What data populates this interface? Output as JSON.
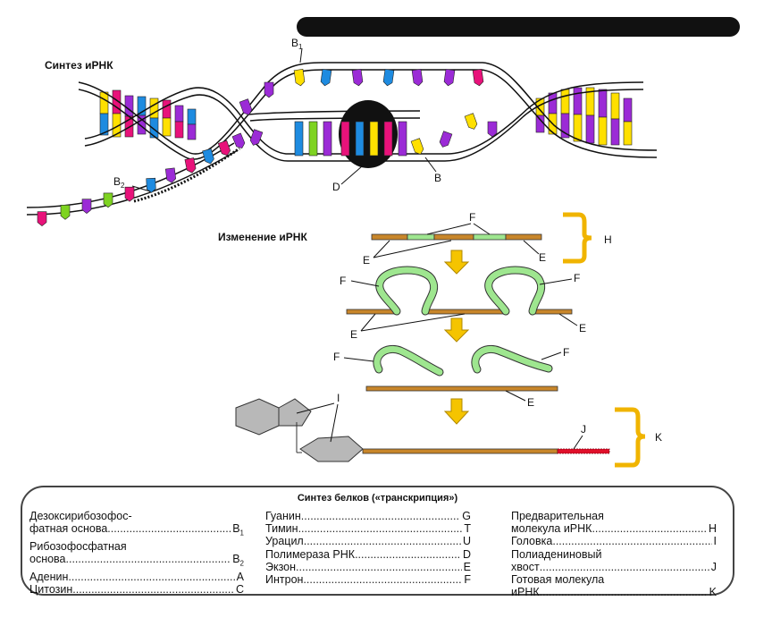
{
  "title": "",
  "labels": {
    "mrna_synthesis": "Синтез иРНК",
    "mrna_modification": "Изменение иРНК",
    "B1": "B",
    "B1_sub": "1",
    "B2": "B",
    "B2_sub": "2",
    "B": "B",
    "D": "D",
    "E": "E",
    "F": "F",
    "H": "H",
    "I": "I",
    "J": "J",
    "K": "K"
  },
  "base_letters": [
    "A",
    "T",
    "C",
    "G",
    "U"
  ],
  "colors": {
    "A": "#e8127a",
    "T": "#ffe000",
    "C": "#1e8be0",
    "G": "#9b2bd6",
    "U": "#7ed321",
    "exon": "#c8862a",
    "intron": "#9ee68f",
    "arrow": "#f5c400",
    "tail": "#e0102a",
    "bracket": "#f0b400",
    "polymerase": "#111111",
    "cap": "#b8b8b8"
  },
  "legend": {
    "title": "Синтез белков («транскрипция»)",
    "col1": [
      {
        "name": "Дезоксирибозофос-",
        "code": ""
      },
      {
        "name": "фатная основа",
        "code": "B",
        "sub": "1"
      },
      {
        "name": "Рибозофосфатная",
        "code": ""
      },
      {
        "name": "основа",
        "code": "B",
        "sub": "2"
      },
      {
        "name": "Аденин",
        "code": "A"
      },
      {
        "name": "Цитозин",
        "code": "C"
      }
    ],
    "col2": [
      {
        "name": "Гуанин",
        "code": "G"
      },
      {
        "name": "Тимин",
        "code": "T"
      },
      {
        "name": "Урацил",
        "code": "U"
      },
      {
        "name": "Полимераза РНК",
        "code": "D"
      },
      {
        "name": "Экзон",
        "code": "E"
      },
      {
        "name": "Интрон",
        "code": "F"
      }
    ],
    "col3": [
      {
        "name": "Предварительная",
        "code": ""
      },
      {
        "name": "молекула иРНК",
        "code": "H"
      },
      {
        "name": "Головка",
        "code": "I"
      },
      {
        "name": "Полиадениновый",
        "code": ""
      },
      {
        "name": "хвост",
        "code": "J"
      },
      {
        "name": "Готовая молекула",
        "code": ""
      },
      {
        "name": "иРНК",
        "code": "K"
      }
    ]
  }
}
